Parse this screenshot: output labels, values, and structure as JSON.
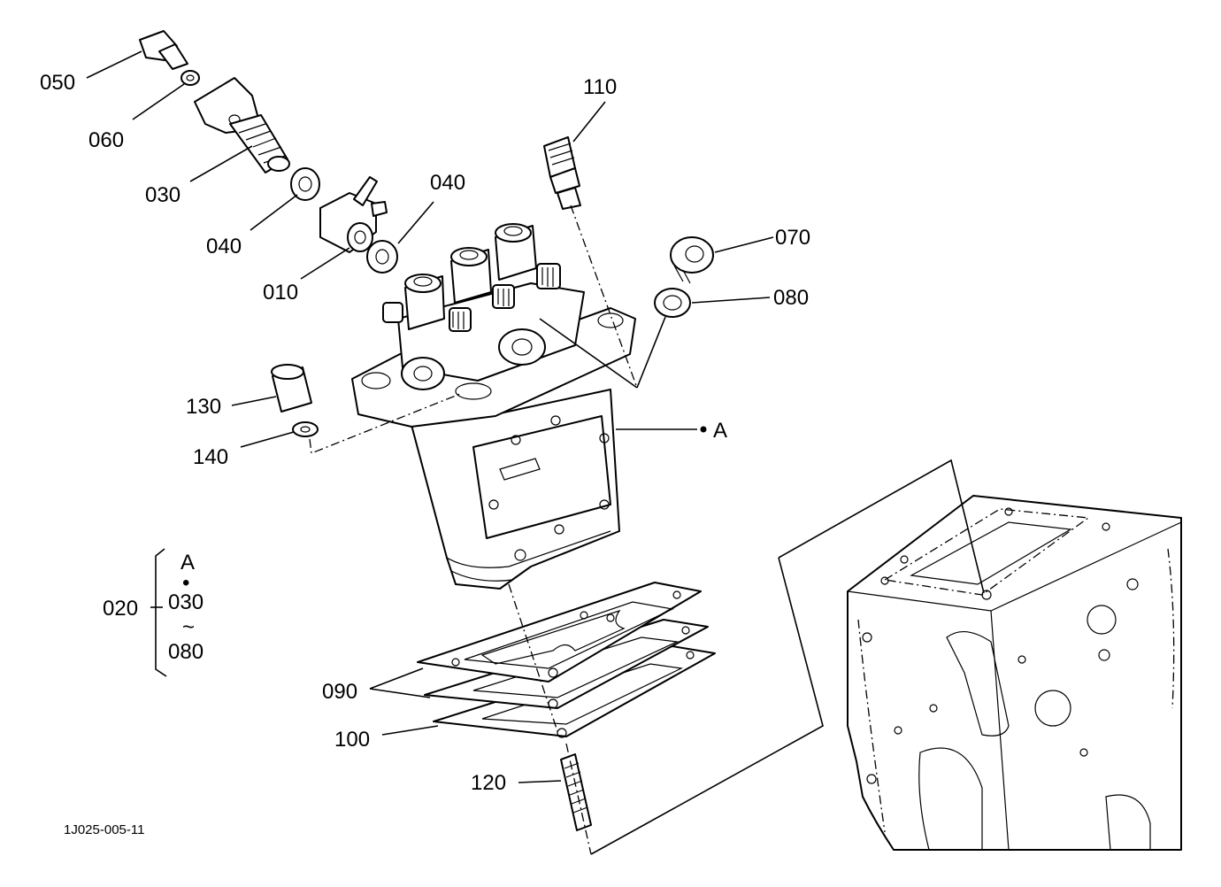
{
  "callouts": [
    {
      "id": "050",
      "text": "050"
    },
    {
      "id": "060",
      "text": "060"
    },
    {
      "id": "030",
      "text": "030"
    },
    {
      "id": "040a",
      "text": "040"
    },
    {
      "id": "040b",
      "text": "040"
    },
    {
      "id": "010",
      "text": "010"
    },
    {
      "id": "110",
      "text": "110"
    },
    {
      "id": "070",
      "text": "070"
    },
    {
      "id": "080",
      "text": "080"
    },
    {
      "id": "130",
      "text": "130"
    },
    {
      "id": "140",
      "text": "140"
    },
    {
      "id": "A",
      "text": "A"
    },
    {
      "id": "090",
      "text": "090"
    },
    {
      "id": "100",
      "text": "100"
    },
    {
      "id": "120",
      "text": "120"
    }
  ],
  "assembly": {
    "label": "020",
    "line1": "A",
    "dot": "•",
    "line2": "030",
    "tilde": "~",
    "line3": "080"
  },
  "drawing_code": "1J025-005-11"
}
